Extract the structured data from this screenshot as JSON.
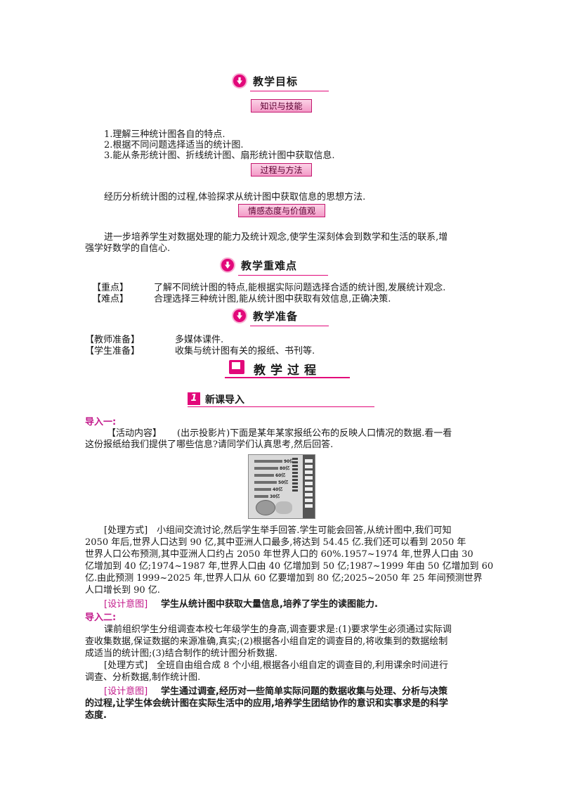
{
  "sections": {
    "goals": "教学目标",
    "key": "教学重难点",
    "prep": "教学准备"
  },
  "tags": {
    "knowledge": "知识与技能",
    "process": "过程与方法",
    "attitude": "情感态度与价值观"
  },
  "knowledge_items": [
    "1.理解三种统计图各自的特点.",
    "2.根据不同问题选择适当的统计图.",
    "3.能从条形统计图、折线统计图、扇形统计图中获取信息."
  ],
  "process_text": "经历分析统计图的过程,体验探求从统计图中获取信息的思想方法.",
  "attitude_lines": [
    "进一步培养学生对数据处理的能力及统计观念,使学生深刻体会到数学和生活的联系,增",
    "强学好数学的自信心."
  ],
  "key_points": {
    "key_label": "【重点】",
    "key_text": "了解不同统计图的特点,能根据实际问题选择合适的统计图,发展统计观念.",
    "diff_label": "【难点】",
    "diff_text": "合理选择三种统计图,能从统计图中获取有效信息,正确决策."
  },
  "preparation": {
    "teacher_label": "【教师准备】",
    "teacher_text": "多媒体课件.",
    "student_label": "【学生准备】",
    "student_text": "收集与统计图有关的报纸、书刊等."
  },
  "process_header": "教学过程",
  "step": {
    "number": "1",
    "title": "新课导入"
  },
  "intro1": {
    "label": "导入一:",
    "activity_label": "【活动内容】",
    "activity_lines": [
      "(出示投影片)下面是某年某家报纸公布的反映人口情况的数据.看一看",
      "这份报纸给我们提供了哪些信息?请同学们认真思考,然后回答."
    ],
    "figure_labels": [
      "90亿",
      "80亿",
      "60亿",
      "50亿",
      "40亿",
      "30亿"
    ],
    "method_lines": [
      "[处理方式]　小组间交流讨论,然后学生举手回答.学生可能会回答,从统计图中,我们可知",
      "2050 年后,世界人口达到 90 亿,其中亚洲人口最多,将达到 54.45 亿.我们还可以看到 2050 年",
      "世界人口公布预测,其中亚洲人口约占 2050 年世界人口的 60%.1957~1974 年,世界人口由 30",
      "亿增加到 40 亿;1974~1987 年,世界人口由 40 亿增加到 50 亿;1987~1999 年由 50 亿增加到 60",
      "亿.由此预测 1999~2025 年,世界人口从 60 亿要增加到 80 亿;2025~2050 年 25 年间预测世界",
      "人口增长到 90 亿."
    ],
    "design_label": "[设计意图]",
    "design_text": "学生从统计图中获取大量信息,培养了学生的读图能力."
  },
  "intro2": {
    "label": "导入二:",
    "lines": [
      "课前组织学生分组调查本校七年级学生的身高,调查要求是:(1)要求学生必须通过实际调",
      "查收集数据,保证数据的来源准确,真实;(2)根据各小组自定的调查目的,将收集到的数据绘制",
      "成适当的统计图;(3)结合制作的统计图分析数据."
    ],
    "method_lines": [
      "[处理方式]　全班自由组合成 8 个小组,根据各小组自定的调查目的,利用课余时间进行",
      "调查、分析数据,制作统计图."
    ],
    "design_label": "[设计意图]",
    "design_lines": [
      "学生通过调查,经历对一些简单实际问题的数据收集与处理、分析与决策",
      "的过程,让学生体会统计图在实际生活中的应用,培养学生团结协作的意识和实事求是的科学",
      "态度."
    ]
  }
}
